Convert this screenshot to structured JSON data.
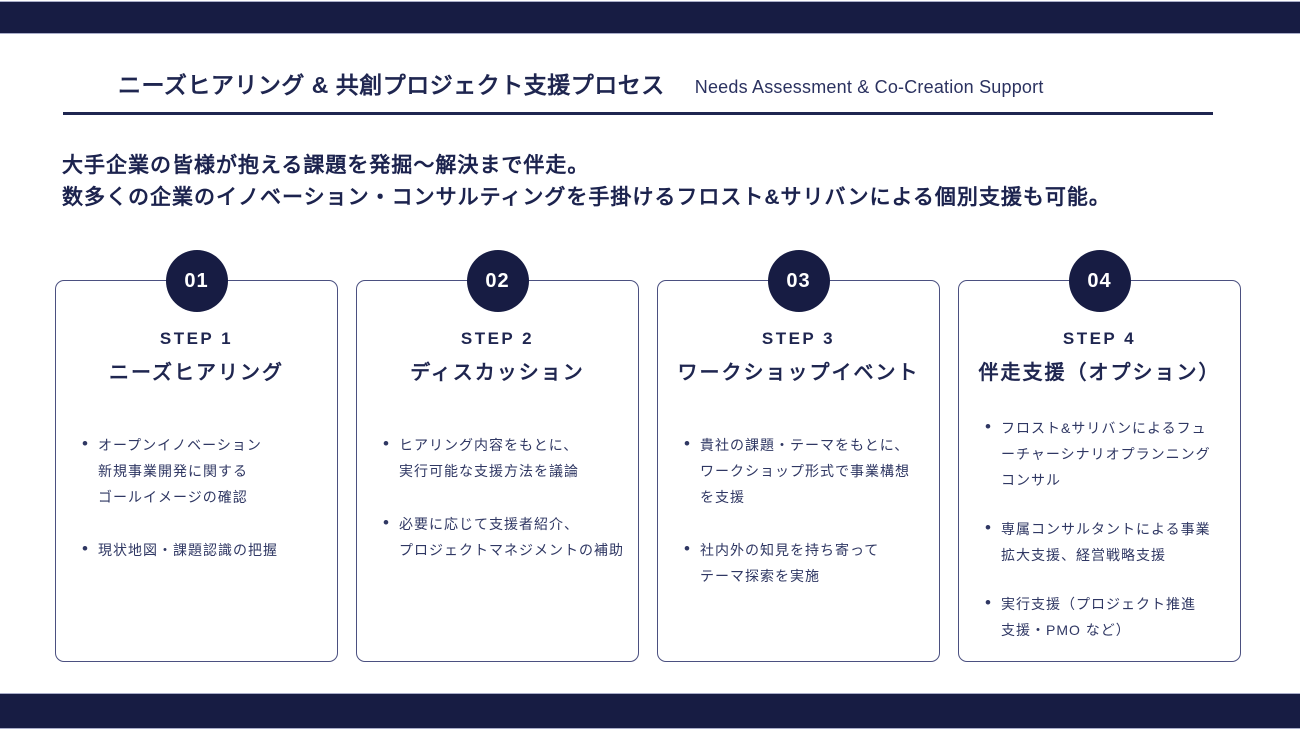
{
  "slide": {
    "header": {
      "title_jp": "ニーズヒアリング & 共創プロジェクト支援プロセス",
      "title_en": "Needs Assessment & Co-Creation Support"
    },
    "intro": {
      "line1": "大手企業の皆様が抱える課題を発掘〜解決まで伴走。",
      "line2": "数多くの企業のイノベーション・コンサルティングを手掛けるフロスト&サリバンによる個別支援も可能。"
    },
    "colors": {
      "navy_bar": "#171c43",
      "bar_edge": "#a9adc9",
      "heading_text": "#1f2650",
      "body_text": "#2f3763",
      "card_border": "#4b5080"
    },
    "steps": [
      {
        "number": "01",
        "step_label": "STEP 1",
        "title": "ニーズヒアリング",
        "bullets": [
          "オープンイノベーション\n新規事業開発に関する\nゴールイメージの確認",
          "現状地図・課題認識の把握"
        ]
      },
      {
        "number": "02",
        "step_label": "STEP 2",
        "title": "ディスカッション",
        "bullets": [
          "ヒアリング内容をもとに、\n実行可能な支援方法を議論",
          "必要に応じて支援者紹介、\nプロジェクトマネジメントの補助"
        ]
      },
      {
        "number": "03",
        "step_label": "STEP 3",
        "title": "ワークショップイベント",
        "bullets": [
          "貴社の課題・テーマをもとに、\nワークショップ形式で事業構想\nを支援",
          "社内外の知見を持ち寄って\nテーマ探索を実施"
        ]
      },
      {
        "number": "04",
        "step_label": "STEP 4",
        "title": "伴走支援（オプション）",
        "bullets": [
          "フロスト&サリバンによるフュ\nーチャーシナリオプランニング\nコンサル",
          "専属コンサルタントによる事業\n拡大支援、経営戦略支援",
          "実行支援（プロジェクト推進\n支援・PMO など）"
        ]
      }
    ]
  }
}
